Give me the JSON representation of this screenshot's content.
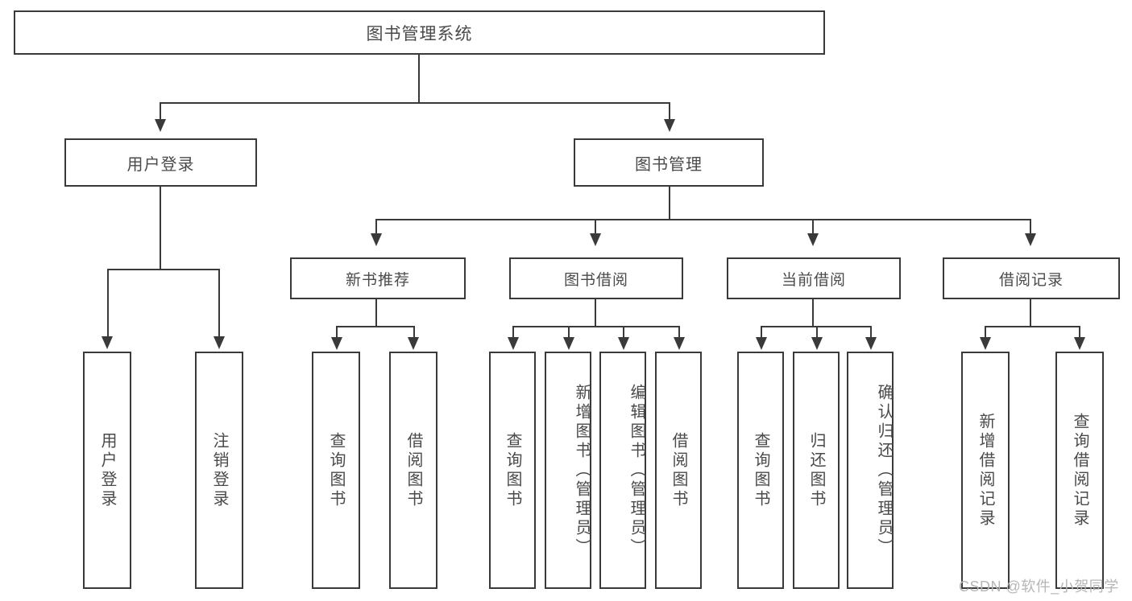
{
  "diagram": {
    "type": "tree-hierarchy",
    "title": "图书管理系统",
    "orientation": "top-down",
    "colors": {
      "box_border": "#3a3a3a",
      "box_fill": "#ffffff",
      "text": "#4a4a4a",
      "connector": "#3a3a3a",
      "watermark": "#b6b6b6",
      "background": "#ffffff"
    }
  },
  "root": {
    "label": "图书管理系统"
  },
  "level2": [
    {
      "label": "用户登录"
    },
    {
      "label": "图书管理"
    }
  ],
  "level3": [
    {
      "label": "新书推荐"
    },
    {
      "label": "图书借阅"
    },
    {
      "label": "当前借阅"
    },
    {
      "label": "借阅记录"
    }
  ],
  "leaves": {
    "user_login": [
      {
        "label": "用户登录"
      },
      {
        "label": "注销登录"
      }
    ],
    "new_book_recommend": [
      {
        "label": "查询图书"
      },
      {
        "label": "借阅图书"
      }
    ],
    "book_borrow": [
      {
        "label": "查询图书"
      },
      {
        "label": "新增图书（管理员）"
      },
      {
        "label": "编辑图书（管理员）"
      },
      {
        "label": "借阅图书"
      }
    ],
    "current_borrow": [
      {
        "label": "查询图书"
      },
      {
        "label": "归还图书"
      },
      {
        "label": "确认归还（管理员）"
      }
    ],
    "borrow_records": [
      {
        "label": "新增借阅记录"
      },
      {
        "label": "查询借阅记录"
      }
    ]
  },
  "watermark": {
    "text": "CSDN @软件_小贺同学"
  }
}
